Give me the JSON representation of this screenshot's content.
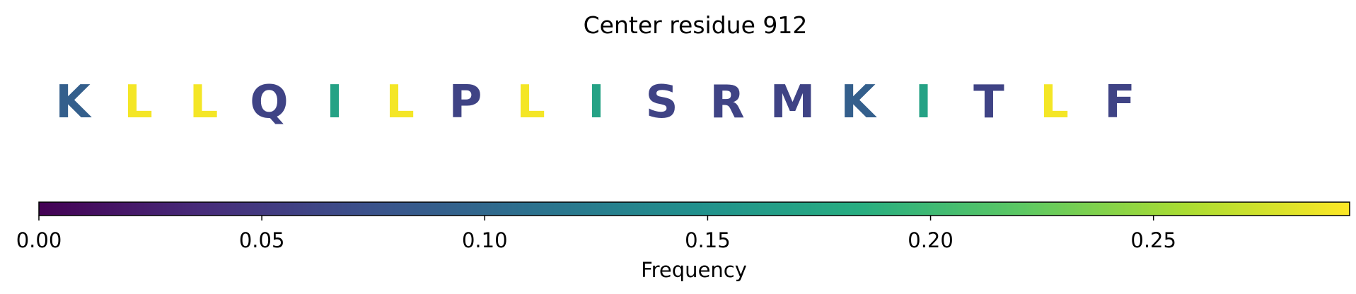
{
  "chart_data": {
    "type": "heatmap",
    "title": "Center residue 912",
    "residues": [
      {
        "letter": "K",
        "value": 0.09
      },
      {
        "letter": "L",
        "value": 0.29
      },
      {
        "letter": "L",
        "value": 0.29
      },
      {
        "letter": "Q",
        "value": 0.06
      },
      {
        "letter": "I",
        "value": 0.17
      },
      {
        "letter": "L",
        "value": 0.29
      },
      {
        "letter": "P",
        "value": 0.06
      },
      {
        "letter": "L",
        "value": 0.29
      },
      {
        "letter": "I",
        "value": 0.17
      },
      {
        "letter": "S",
        "value": 0.06
      },
      {
        "letter": "R",
        "value": 0.06
      },
      {
        "letter": "M",
        "value": 0.06
      },
      {
        "letter": "K",
        "value": 0.09
      },
      {
        "letter": "I",
        "value": 0.17
      },
      {
        "letter": "T",
        "value": 0.06
      },
      {
        "letter": "L",
        "value": 0.29
      },
      {
        "letter": "F",
        "value": 0.06
      }
    ],
    "colorbar": {
      "colormap": "viridis",
      "label": "Frequency",
      "range": [
        0.0,
        0.294
      ],
      "ticks": [
        0.0,
        0.05,
        0.1,
        0.15,
        0.2,
        0.25
      ],
      "tick_labels": [
        "0.00",
        "0.05",
        "0.10",
        "0.15",
        "0.20",
        "0.25"
      ],
      "orientation": "horizontal"
    }
  }
}
